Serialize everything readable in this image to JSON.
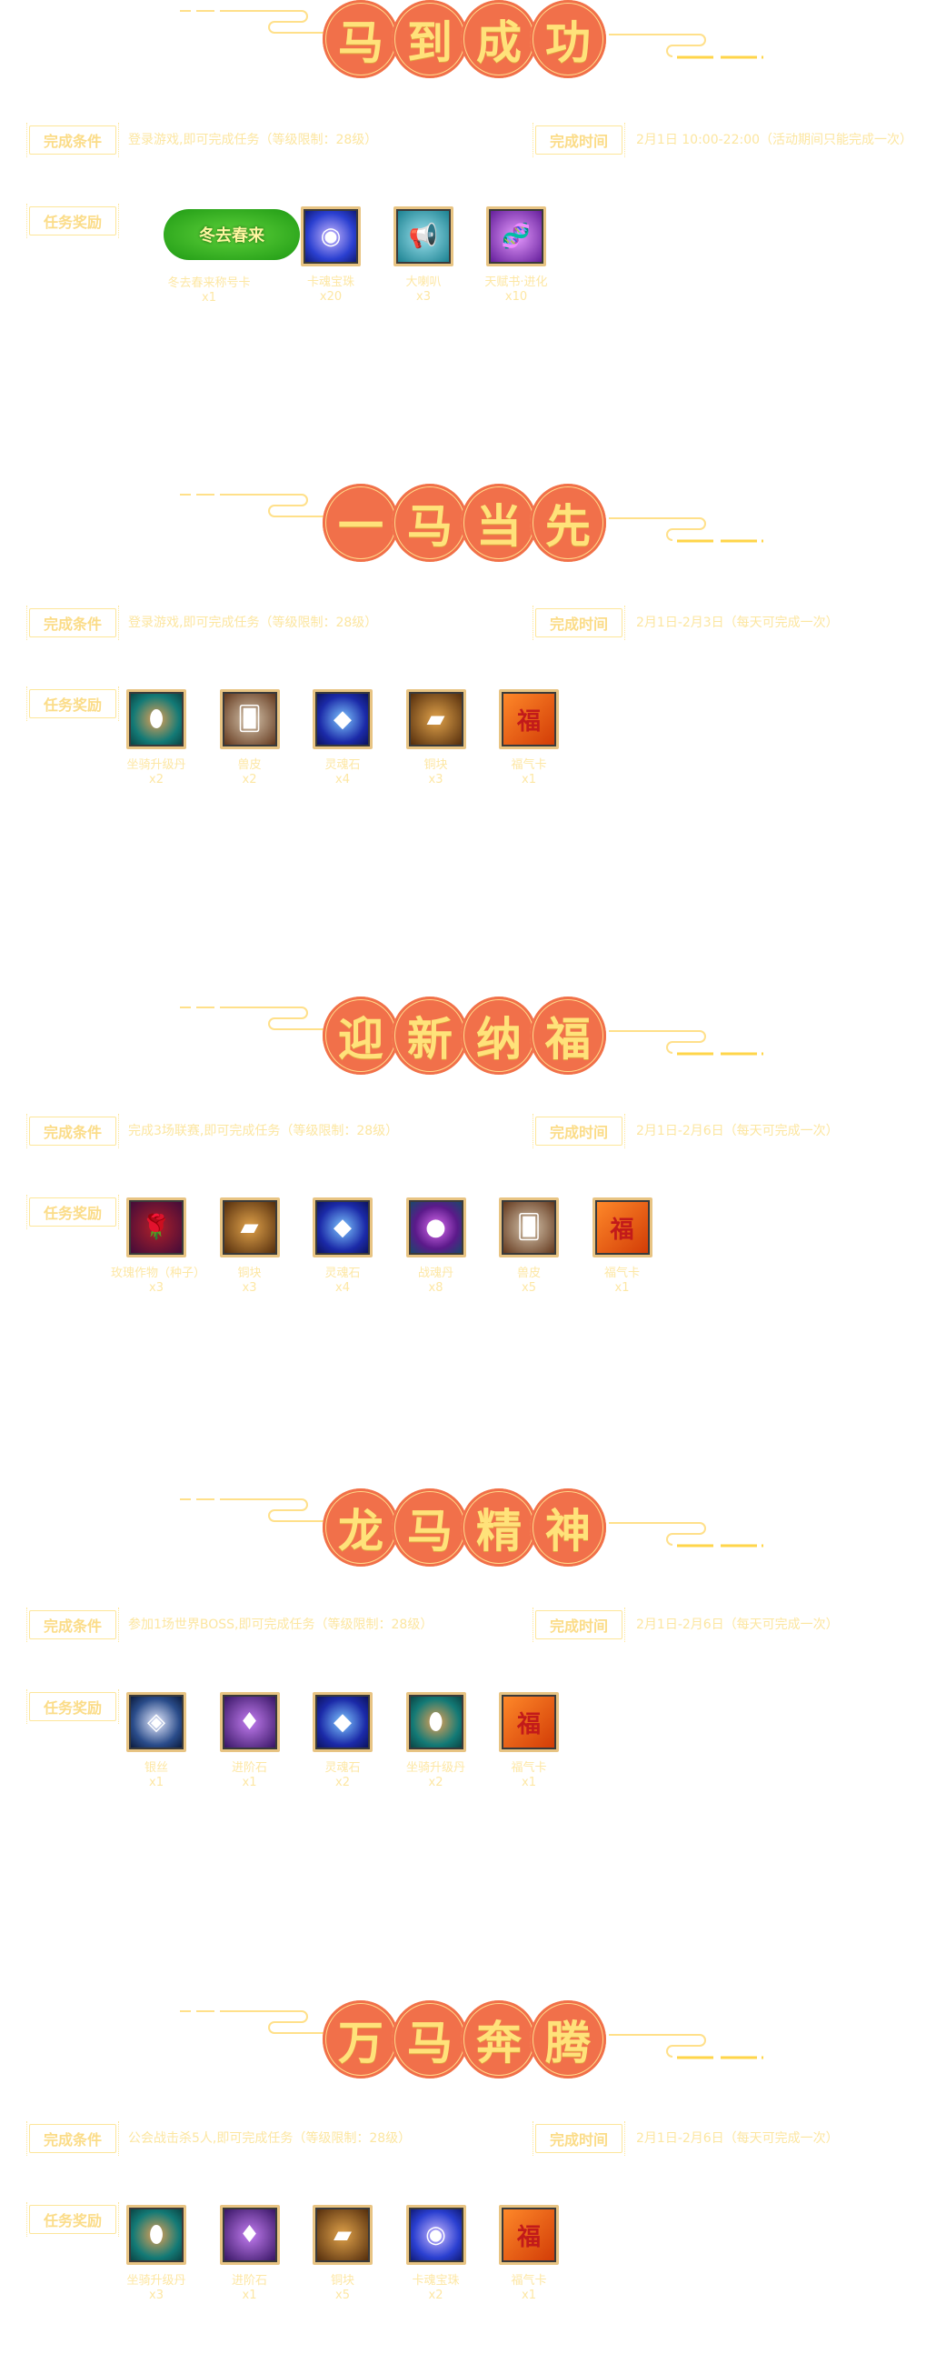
{
  "labels": {
    "condition": "完成条件",
    "time": "完成时间",
    "reward": "任务奖励"
  },
  "colors": {
    "coin": "#f1704a",
    "gold": "#ffe27a",
    "label": "#fbdc88"
  },
  "sections": [
    {
      "title": [
        "马",
        "到",
        "成",
        "功"
      ],
      "condition": "登录游戏,即可完成任务（等级限制：28级）",
      "time": "2月1日 10:00-22:00（活动期间只能完成一次）",
      "rewards": [
        {
          "name": "冬去春来称号卡",
          "qty": "x1",
          "icon": "title-badge",
          "badge_text": "冬去春来"
        },
        {
          "name": "卡魂宝珠",
          "qty": "x20",
          "icon": "crystal-orb"
        },
        {
          "name": "大喇叭",
          "qty": "x3",
          "icon": "megaphone"
        },
        {
          "name": "天赋书·进化",
          "qty": "x10",
          "icon": "dna-book"
        }
      ]
    },
    {
      "title": [
        "一",
        "马",
        "当",
        "先"
      ],
      "condition": "登录游戏,即可完成任务（等级限制：28级）",
      "time": "2月1日-2月3日（每天可完成一次）",
      "rewards": [
        {
          "name": "坐骑升级丹",
          "qty": "x2",
          "icon": "mount-pill"
        },
        {
          "name": "兽皮",
          "qty": "x2",
          "icon": "hide"
        },
        {
          "name": "灵魂石",
          "qty": "x4",
          "icon": "soul-stone"
        },
        {
          "name": "铜块",
          "qty": "x3",
          "icon": "copper"
        },
        {
          "name": "福气卡",
          "qty": "x1",
          "icon": "fortune-card"
        }
      ]
    },
    {
      "title": [
        "迎",
        "新",
        "纳",
        "福"
      ],
      "condition": "完成3场联赛,即可完成任务（等级限制：28级）",
      "time": "2月1日-2月6日（每天可完成一次）",
      "rewards": [
        {
          "name": "玫瑰作物（种子）",
          "qty": "x3",
          "icon": "rose"
        },
        {
          "name": "铜块",
          "qty": "x3",
          "icon": "copper"
        },
        {
          "name": "灵魂石",
          "qty": "x4",
          "icon": "soul-stone"
        },
        {
          "name": "战魂丹",
          "qty": "x8",
          "icon": "purple-orb"
        },
        {
          "name": "兽皮",
          "qty": "x5",
          "icon": "hide"
        },
        {
          "name": "福气卡",
          "qty": "x1",
          "icon": "fortune-card"
        }
      ]
    },
    {
      "title": [
        "龙",
        "马",
        "精",
        "神"
      ],
      "condition": "参加1场世界BOSS,即可完成任务（等级限制：28级）",
      "time": "2月1日-2月6日（每天可完成一次）",
      "rewards": [
        {
          "name": "银丝",
          "qty": "x1",
          "icon": "silver-gem"
        },
        {
          "name": "进阶石",
          "qty": "x1",
          "icon": "amethyst"
        },
        {
          "name": "灵魂石",
          "qty": "x2",
          "icon": "soul-stone"
        },
        {
          "name": "坐骑升级丹",
          "qty": "x2",
          "icon": "mount-pill"
        },
        {
          "name": "福气卡",
          "qty": "x1",
          "icon": "fortune-card"
        }
      ]
    },
    {
      "title": [
        "万",
        "马",
        "奔",
        "腾"
      ],
      "condition": "公会战击杀5人,即可完成任务（等级限制：28级）",
      "time": "2月1日-2月6日（每天可完成一次）",
      "rewards": [
        {
          "name": "坐骑升级丹",
          "qty": "x3",
          "icon": "mount-pill"
        },
        {
          "name": "进阶石",
          "qty": "x1",
          "icon": "amethyst"
        },
        {
          "name": "铜块",
          "qty": "x5",
          "icon": "copper"
        },
        {
          "name": "卡魂宝珠",
          "qty": "x2",
          "icon": "crystal-orb"
        },
        {
          "name": "福气卡",
          "qty": "x1",
          "icon": "fortune-card"
        }
      ]
    }
  ]
}
